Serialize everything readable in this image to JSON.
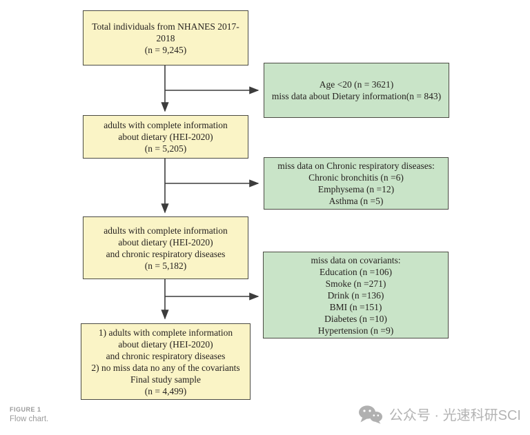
{
  "figure": {
    "label": "FIGURE 1",
    "caption": "Flow chart."
  },
  "colors": {
    "main_box_fill": "#FAF4C6",
    "exclusion_box_fill": "#C9E4C8",
    "box_border": "#4A4A42",
    "arrow": "#3C3C3C",
    "caption_gray": "#9A9A9A",
    "watermark_gray": "#B3B3B3"
  },
  "flowchart": {
    "main_boxes": {
      "total": {
        "lines": [
          "Total individuals from NHANES 2017-",
          "2018",
          "(n = 9,245)"
        ]
      },
      "dietary": {
        "lines": [
          "adults with complete information",
          "about dietary (HEI-2020)",
          "(n = 5,205)"
        ]
      },
      "respiratory": {
        "lines": [
          "adults with complete information",
          "about dietary (HEI-2020)",
          "and chronic respiratory diseases",
          "(n = 5,182)"
        ]
      },
      "final": {
        "lines": [
          "1) adults with complete information",
          "about dietary (HEI-2020)",
          "and chronic respiratory diseases",
          "2) no miss data no any of the covariants",
          "Final study sample",
          "(n = 4,499)"
        ]
      }
    },
    "exclusion_boxes": {
      "age_diet": {
        "lines": [
          "Age <20 (n = 3621)",
          "miss data about Dietary information(n = 843)"
        ]
      },
      "resp_miss": {
        "lines": [
          "miss data on Chronic respiratory diseases:",
          "Chronic bronchitis (n =6)",
          "Emphysema (n =12)",
          "Asthma (n =5)"
        ]
      },
      "cov_miss": {
        "lines": [
          "miss data on covariants:",
          "Education (n =106)",
          "Smoke (n =271)",
          "Drink (n =136)",
          "BMI (n =151)",
          "Diabetes (n =10)",
          "Hypertension (n =9)"
        ]
      }
    }
  },
  "watermark": {
    "icon": "wechat-icon",
    "text": "公众号 · 光速科研SCI"
  }
}
